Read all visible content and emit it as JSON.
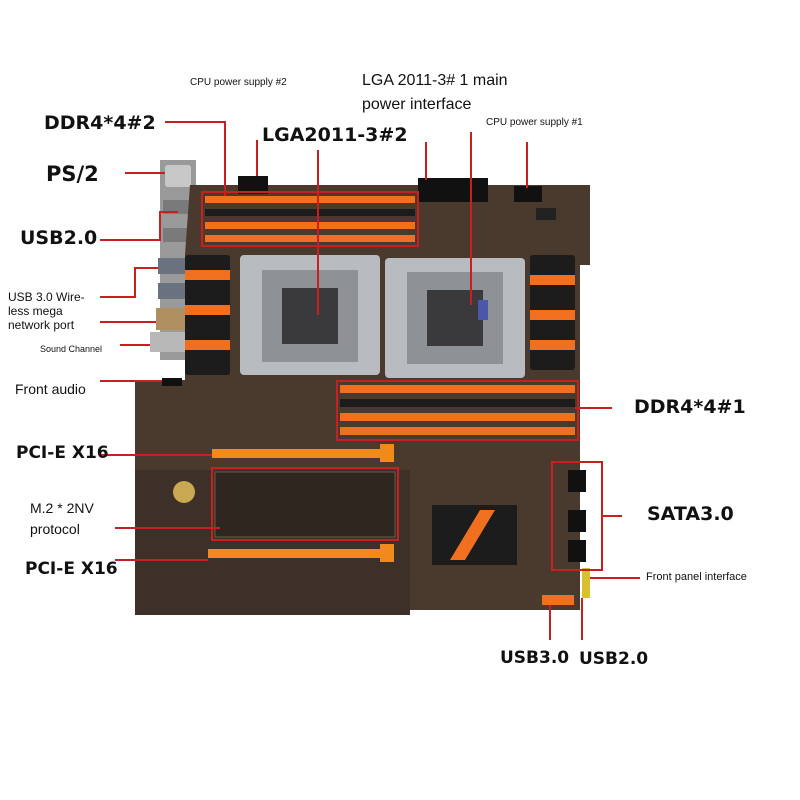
{
  "labels": {
    "cpu_power_2": "CPU power supply #2",
    "lga_main_power_line1": "LGA 2011-3# 1 main",
    "lga_main_power_line2": "power interface",
    "cpu_power_1": "CPU power supply #1",
    "ddr4_2": "DDR4*4#2",
    "lga2011_2": "LGA2011-3#2",
    "ps2": "PS/2",
    "usb20_left": "USB2.0",
    "usb30_line1": "USB 3.0 Wire-",
    "usb30_line2": "less mega",
    "usb30_line3": "network port",
    "sound_channel": "Sound Channel",
    "front_audio": "Front audio",
    "pcie_x16_top": "PCI-E X16",
    "m2_line1": "M.2 * 2NV",
    "m2_line2": "protocol",
    "pcie_x16_bottom": "PCI-E X16",
    "ddr4_1": "DDR4*4#1",
    "sata30": "SATA3.0",
    "front_panel": "Front panel interface",
    "usb30_bottom": "USB3.0",
    "usb20_bottom": "USB2.0"
  },
  "colors": {
    "pcb": "#4a3a2e",
    "pcb_dark": "#2f2620",
    "dimm_slot": "#f07020",
    "pcie_slot": "#f08a1a",
    "heatsink": "#1c1c1c",
    "heatsink_accent": "#f07020",
    "socket": "#b8bcc0",
    "leader_line": "#c82020",
    "label_text": "#111111"
  }
}
